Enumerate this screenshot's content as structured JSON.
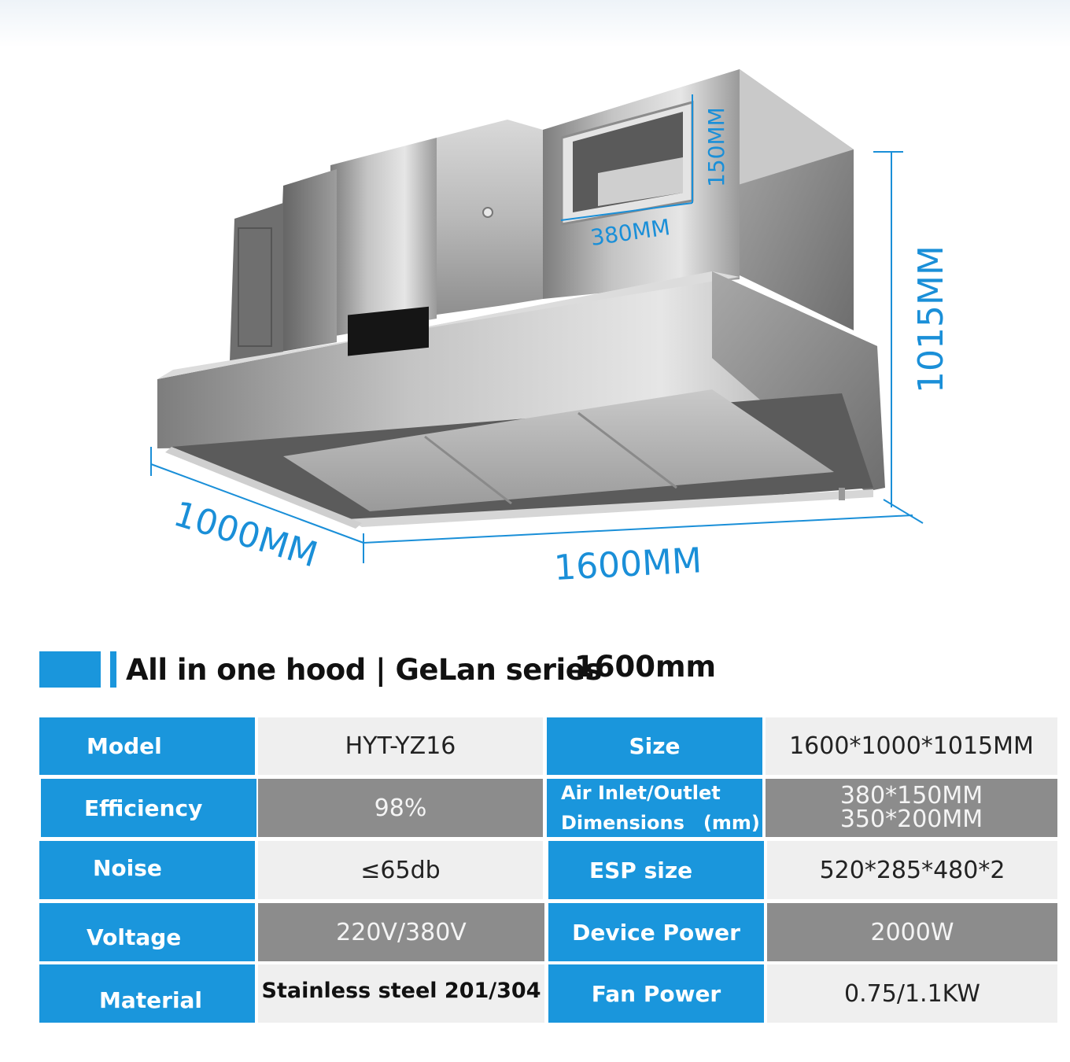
{
  "figure": {
    "dim_width": "1600MM",
    "dim_depth": "1000MM",
    "dim_height": "1015MM",
    "outlet_width": "380MM",
    "outlet_height": "150MM",
    "accent_color": "#1a8fd8"
  },
  "heading": {
    "title": "All in one hood | GeLan series",
    "size": "1600mm"
  },
  "specs": {
    "model_label": "Model",
    "model_value": "HYT-YZ16",
    "size_label": "Size",
    "size_value": "1600*1000*1015MM",
    "efficiency_label": "Efficiency",
    "efficiency_value": "98%",
    "air_label_line1": "Air Inlet/Outlet",
    "air_label_line2": "Dimensions　(mm)",
    "air_value_line1": "380*150MM",
    "air_value_line2": "350*200MM",
    "noise_label": "Noise",
    "noise_value": "≤65db",
    "esp_label": "ESP size",
    "esp_value": "520*285*480*2",
    "voltage_label": "Voltage",
    "voltage_value": "220V/380V",
    "device_power_label": "Device Power",
    "device_power_value": "2000W",
    "material_label": "Material",
    "material_value": "Stainless steel 201/304",
    "fan_power_label": "Fan Power",
    "fan_power_value": "0.75/1.1KW"
  },
  "colors": {
    "label_blue": "#1a96dc",
    "value_light": "#efefef",
    "value_dark": "#8c8c8c"
  }
}
